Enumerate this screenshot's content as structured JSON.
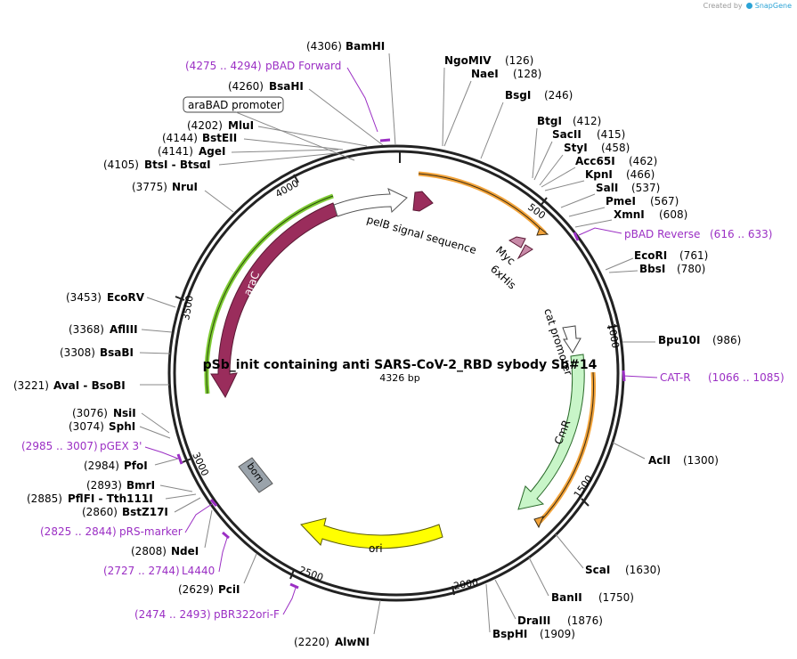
{
  "attribution": {
    "created_by": "Created by",
    "brand": "SnapGene"
  },
  "title": "pSb_init containing  anti SARS-CoV-2_RBD sybody Sb#14",
  "length_label": "4326 bp",
  "total_bp": 4326,
  "colors": {
    "backbone": "#222222",
    "araC": "#9a2d5c",
    "cmr": "#c8f5c8",
    "ori": "#ffff00",
    "bom": "#9aa3ab",
    "primer": "#9b2fc4",
    "cds_highlight_green": "#7ecb33",
    "cds_highlight_orange": "#f2a33a"
  },
  "tick_marks": [
    "500",
    "1000",
    "1500",
    "2000",
    "2500",
    "3000",
    "3500",
    "4000"
  ],
  "sites": [
    {
      "pos": "(4306)",
      "name": "BamHI"
    },
    {
      "pos": "(4260)",
      "name": "BsaHI"
    },
    {
      "pos": "(4202)",
      "name": "MluI"
    },
    {
      "pos": "(4144)",
      "name": "BstEII"
    },
    {
      "pos": "(4141)",
      "name": "AgeI"
    },
    {
      "pos": "(4105)",
      "name": "BtsI  - BtsαI"
    },
    {
      "pos": "(3775)",
      "name": "NruI"
    },
    {
      "pos": "(3453)",
      "name": "EcoRV"
    },
    {
      "pos": "(3368)",
      "name": "AflIII"
    },
    {
      "pos": "(3308)",
      "name": "BsaBI"
    },
    {
      "pos": "(3221)",
      "name": "AvaI  - BsoBI"
    },
    {
      "pos": "(3076)",
      "name": "NsiI"
    },
    {
      "pos": "(3074)",
      "name": "SphI"
    },
    {
      "pos": "(2984)",
      "name": "PfoI"
    },
    {
      "pos": "(2893)",
      "name": "BmrI"
    },
    {
      "pos": "(2885)",
      "name": "PflFI  - Tth111I"
    },
    {
      "pos": "(2860)",
      "name": "BstZ17I"
    },
    {
      "pos": "(2808)",
      "name": "NdeI"
    },
    {
      "pos": "(2629)",
      "name": "PciI"
    },
    {
      "pos": "(2220)",
      "name": "AlwNI"
    },
    {
      "pos": "(126)",
      "name": "NgoMIV"
    },
    {
      "pos": "(128)",
      "name": "NaeI"
    },
    {
      "pos": "(246)",
      "name": "BsgI"
    },
    {
      "pos": "(412)",
      "name": "BtgI"
    },
    {
      "pos": "(415)",
      "name": "SacII"
    },
    {
      "pos": "(458)",
      "name": "StyI"
    },
    {
      "pos": "(462)",
      "name": "Acc65I"
    },
    {
      "pos": "(466)",
      "name": "KpnI"
    },
    {
      "pos": "(537)",
      "name": "SalI"
    },
    {
      "pos": "(567)",
      "name": "PmeI"
    },
    {
      "pos": "(608)",
      "name": "XmnI"
    },
    {
      "pos": "(761)",
      "name": "EcoRI"
    },
    {
      "pos": "(780)",
      "name": "BbsI"
    },
    {
      "pos": "(986)",
      "name": "Bpu10I"
    },
    {
      "pos": "(1300)",
      "name": "AclI"
    },
    {
      "pos": "(1630)",
      "name": "ScaI"
    },
    {
      "pos": "(1750)",
      "name": "BanII"
    },
    {
      "pos": "(1876)",
      "name": "DraIII"
    },
    {
      "pos": "(1909)",
      "name": "BspHI"
    }
  ],
  "primers": [
    {
      "range": "(4275 .. 4294)",
      "name": "pBAD Forward"
    },
    {
      "range": "(616 .. 633)",
      "name": "pBAD Reverse"
    },
    {
      "range": "(1066 .. 1085)",
      "name": "CAT-R"
    },
    {
      "range": "(2985 .. 3007)",
      "name": "pGEX 3'"
    },
    {
      "range": "(2825 .. 2844)",
      "name": "pRS-marker"
    },
    {
      "range": "(2727 .. 2744)",
      "name": "L4440"
    },
    {
      "range": "(2474 .. 2493)",
      "name": "pBR322ori-F"
    }
  ],
  "features": {
    "promoter_box": "araBAD promoter",
    "pelB": "pelB signal sequence",
    "myc": "Myc",
    "his": "6xHis",
    "cat_promoter": "cat promoter",
    "cmr": "CmR",
    "arac": "araC",
    "ori": "ori",
    "bom": "bom"
  }
}
